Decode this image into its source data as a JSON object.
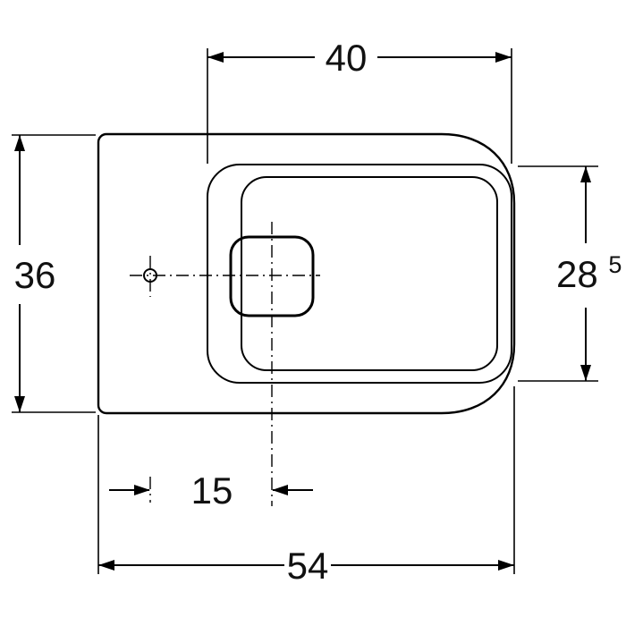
{
  "colors": {
    "line": "#000000",
    "text": "#111111",
    "background": "#ffffff"
  },
  "dimensions": {
    "top_width": "40",
    "left_height": "36",
    "right_height_main": "28",
    "right_height_sup": "5",
    "bottom_left_offset": "15",
    "bottom_total_width": "54"
  }
}
